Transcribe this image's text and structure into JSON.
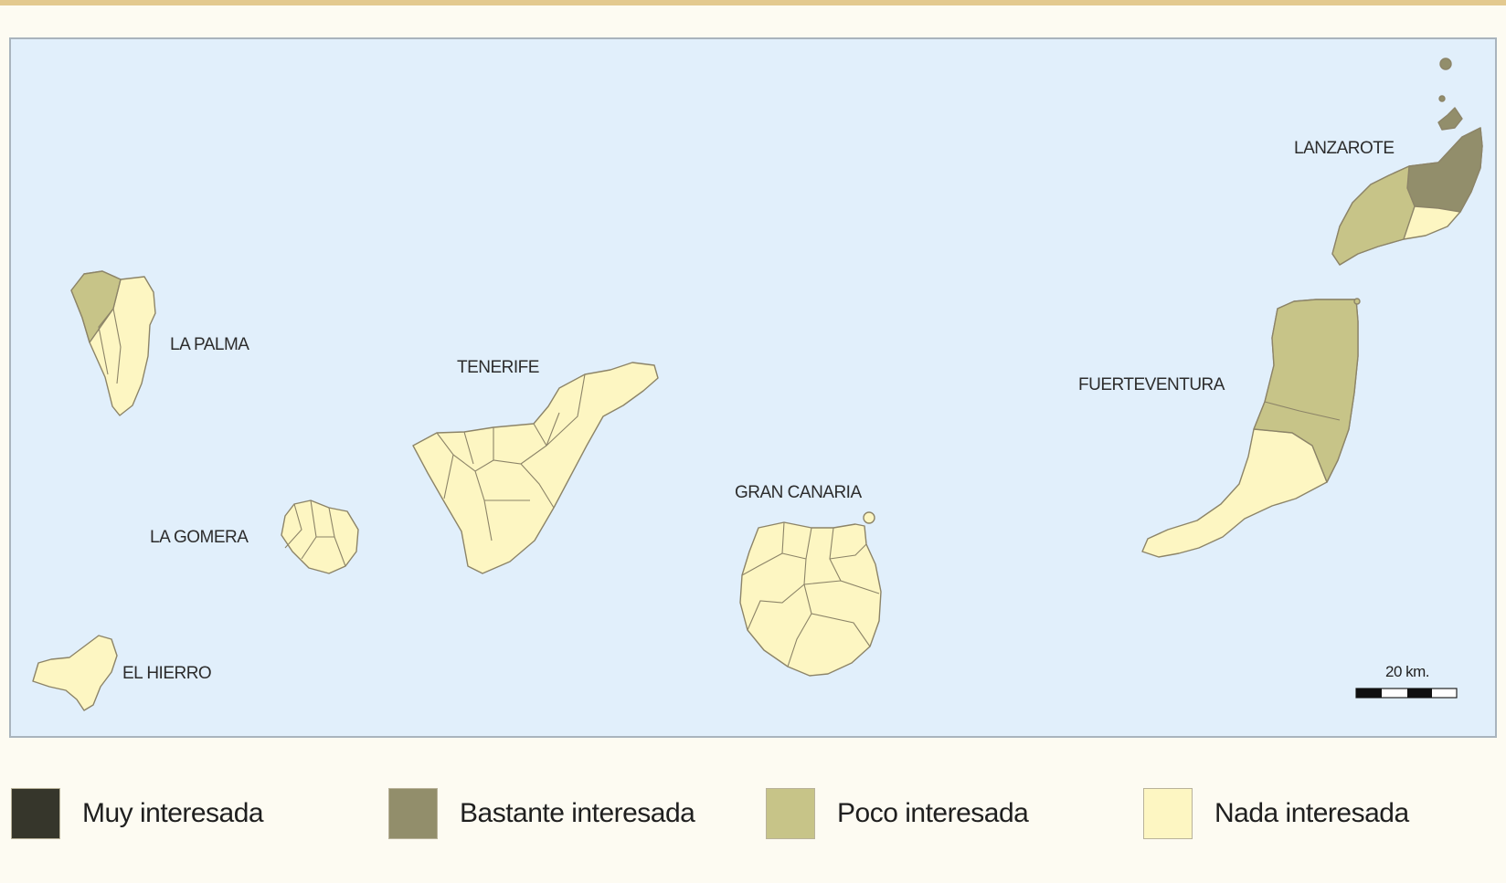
{
  "map": {
    "islands": [
      {
        "name": "LA PALMA"
      },
      {
        "name": "TENERIFE"
      },
      {
        "name": "LA GOMERA"
      },
      {
        "name": "EL HIERRO"
      },
      {
        "name": "GRAN CANARIA"
      },
      {
        "name": "FUERTEVENTURA"
      },
      {
        "name": "LANZAROTE"
      }
    ],
    "scale_label": "20 km."
  },
  "legend": {
    "items": [
      {
        "label": "Muy interesada",
        "color": "#36362b"
      },
      {
        "label": "Bastante interesada",
        "color": "#928e6b"
      },
      {
        "label": "Poco interesada",
        "color": "#c7c488"
      },
      {
        "label": "Nada interesada",
        "color": "#fdf6c2"
      }
    ]
  },
  "colors": {
    "sea": "#e1effb",
    "frame_border": "#a9b4bd",
    "background": "#fdfbf2"
  }
}
